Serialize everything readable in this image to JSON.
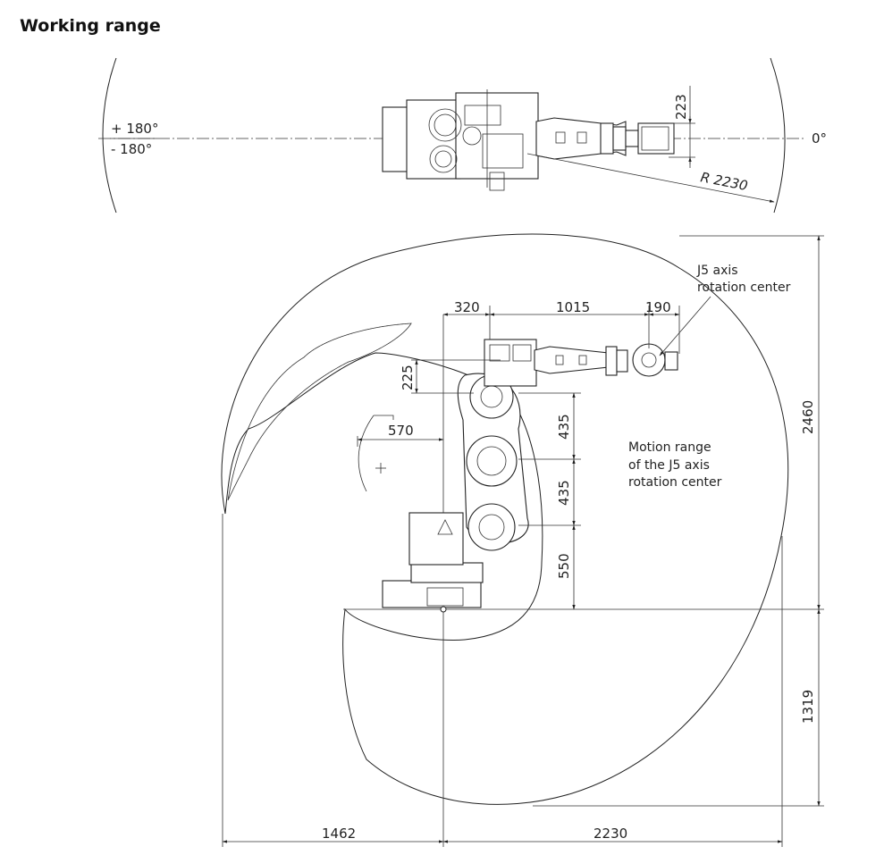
{
  "title": "Working range",
  "top_view": {
    "angle_plus": "+ 180°",
    "angle_minus": "- 180°",
    "angle_zero": "0°",
    "offset": "223",
    "radius": "R 2230"
  },
  "side_view": {
    "dim_320": "320",
    "dim_1015": "1015",
    "dim_190": "190",
    "dim_225": "225",
    "dim_570": "570",
    "dim_435a": "435",
    "dim_435b": "435",
    "dim_550": "550",
    "dim_2460": "2460",
    "dim_1319": "1319",
    "dim_1462": "1462",
    "dim_2230": "2230",
    "callout_j5": [
      "J5 axis",
      "rotation center"
    ],
    "callout_range": [
      "Motion range",
      "of the J5 axis",
      "rotation center"
    ]
  }
}
